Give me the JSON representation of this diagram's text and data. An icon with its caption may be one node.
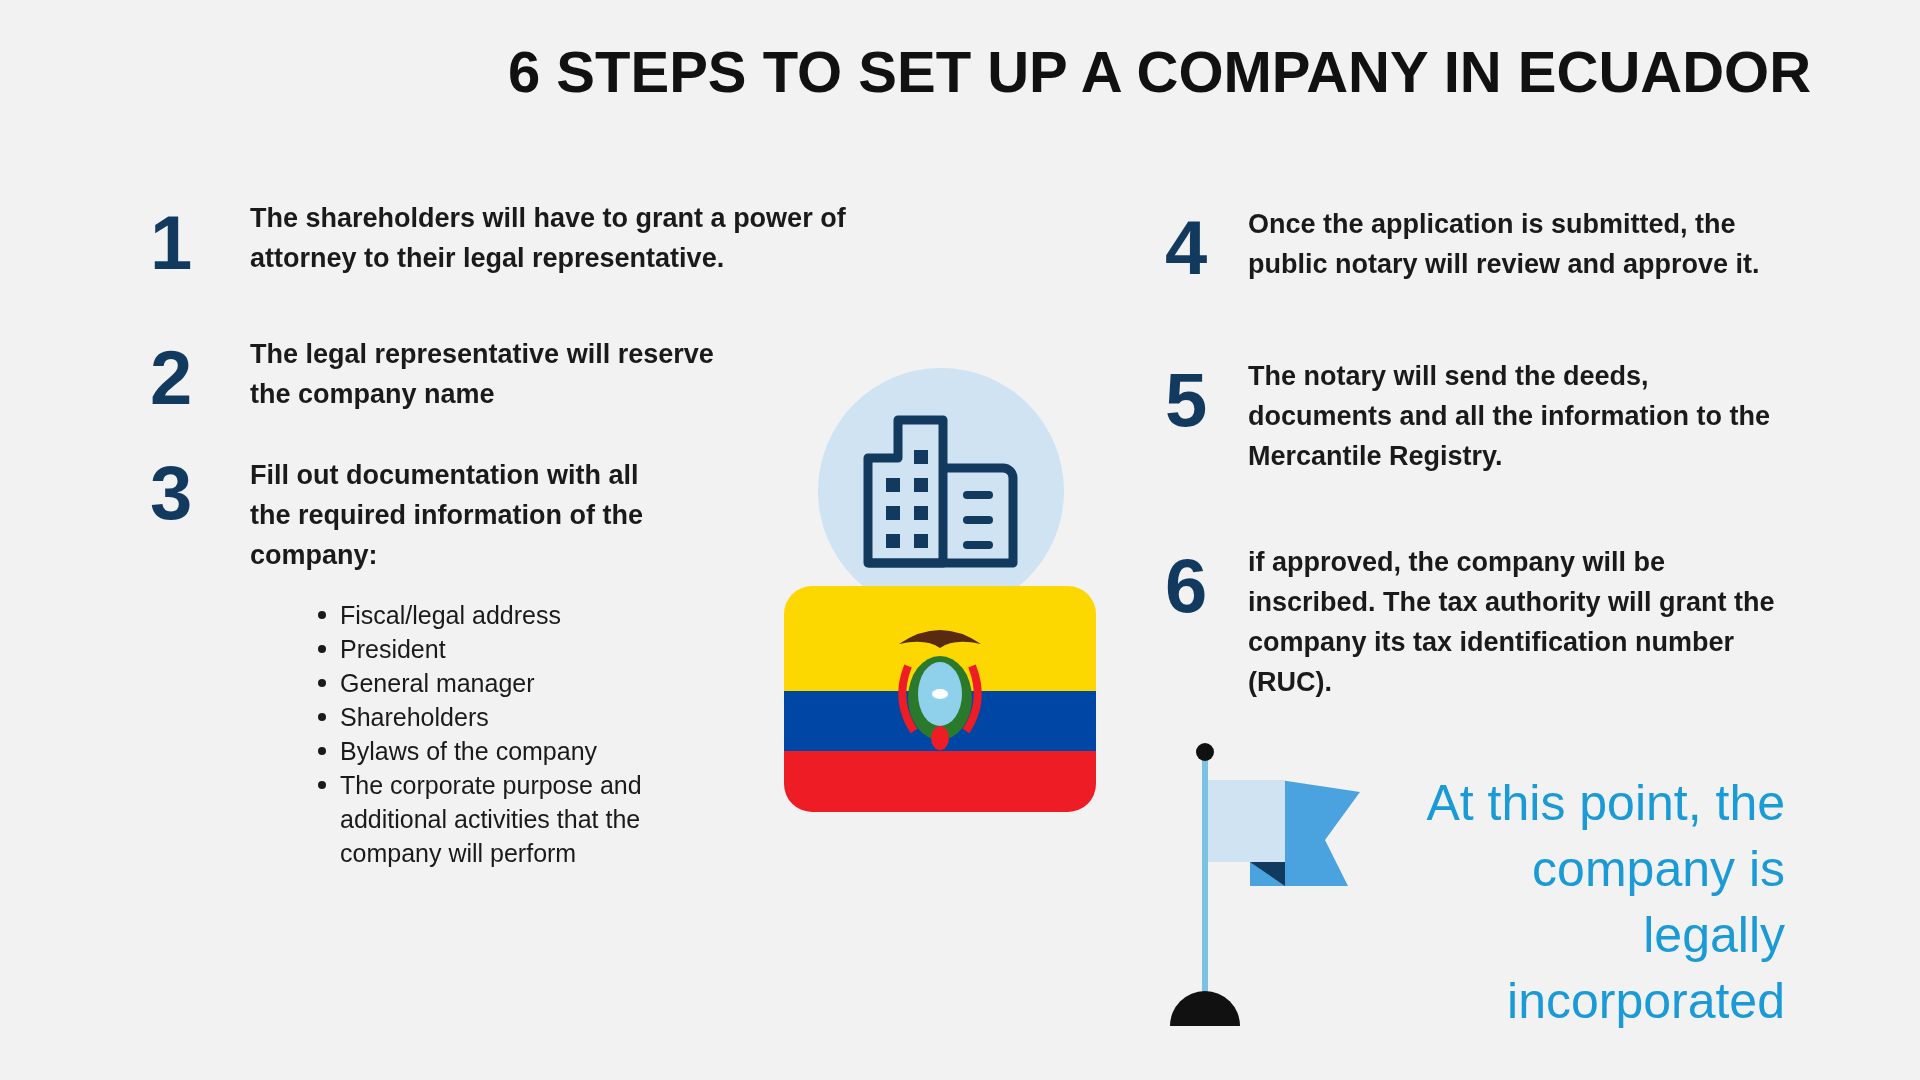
{
  "diagram": {
    "title": "6 STEPS TO SET UP A COMPANY IN ECUADOR",
    "labels": [
      "1",
      "The shareholders will have to grant a power of attorney to their legal representative.",
      "2",
      "The legal representative will reserve the company name",
      "3",
      "Fill out documentation with all the required information of the company:",
      "Fiscal/legal address",
      "President",
      "General manager",
      "Shareholders",
      "Bylaws of the company",
      "The corporate purpose and additional activities that the company will perform",
      "4",
      "Once the application is submitted, the public notary will review and approve it.",
      "5",
      "The notary will send the deeds, documents and all the information to the Mercantile Registry.",
      "6",
      "if approved, the company will be inscribed. The tax authority will grant the company its tax identification number (RUC).",
      "At this point, the company is legally incorporated"
    ]
  }
}
